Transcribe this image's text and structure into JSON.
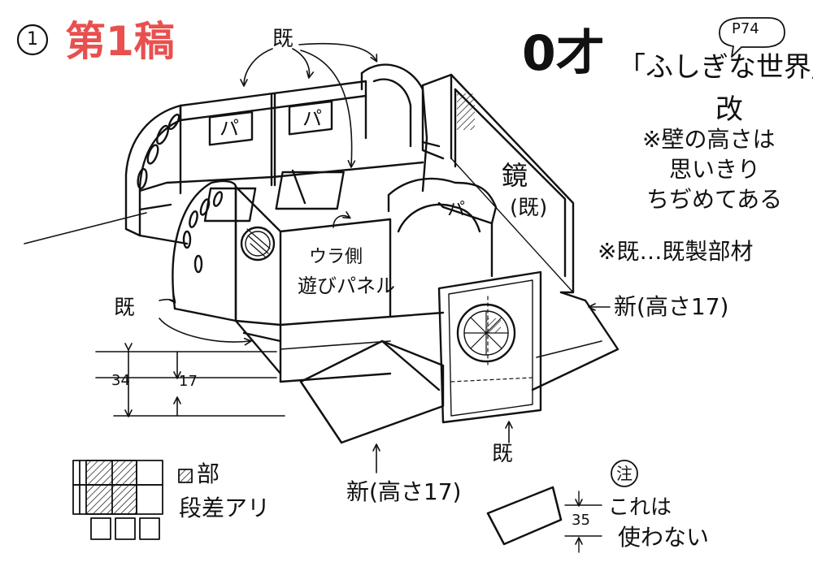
{
  "header": {
    "number": "1",
    "draft": "第1稿",
    "age": "0才",
    "title": "「ふしぎな世界」",
    "page_ref": "P74",
    "revised": "改"
  },
  "notes": {
    "wall_height": [
      "※壁の高さは",
      "思いきり",
      "ちぢめてある"
    ],
    "existing_legend": "※既…既製部材"
  },
  "labels": {
    "existing_top": "既",
    "existing_left": "既",
    "existing_bottom": "既",
    "papa_left": "パ",
    "papa_right": "パ",
    "papa_arch": "パ",
    "mirror": "鏡",
    "mirror_existing": "(既)",
    "back_panel_1": "ウラ側",
    "back_panel_2": "遊びパネル",
    "new_right": "新(高さ17)",
    "new_bottom": "新(高さ17)",
    "dim_34": "34",
    "dim_17": "17",
    "dim_35": "35"
  },
  "legend": {
    "hatched": "部",
    "step": "段差アリ"
  },
  "note_block": {
    "badge": "注",
    "line1": "これは",
    "line2": "使わない"
  },
  "colors": {
    "ink": "#111111",
    "draft_red": "#e8504f"
  }
}
